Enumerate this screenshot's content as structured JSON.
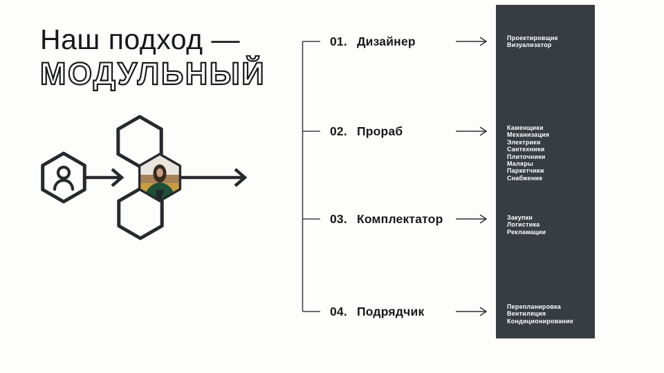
{
  "slide": {
    "title_line1": "Наш подход —",
    "title_line2": "МОДУЛЬНЫЙ"
  },
  "colors": {
    "background": "#fdfdfb",
    "ink": "#17181b",
    "diagram_stroke": "#26292e",
    "panel_background": "#383d44",
    "panel_text": "#ffffff"
  },
  "items": [
    {
      "number": "01.",
      "label": "Дизайнер",
      "roles": [
        "Проектировщик",
        "Визуализатор"
      ]
    },
    {
      "number": "02.",
      "label": "Прораб",
      "roles": [
        "Каменщики",
        "Механизация",
        "Электрики",
        "Сантехники",
        "Плиточники",
        "Маляры",
        "Паркетчики",
        "Снабжение"
      ]
    },
    {
      "number": "03.",
      "label": "Комплектатор",
      "roles": [
        "Закупки",
        "Логистика",
        "Рекламации"
      ]
    },
    {
      "number": "04.",
      "label": "Подрядчик",
      "roles": [
        "Перепланировка",
        "Вентиляция",
        "Кондиционирование"
      ]
    }
  ]
}
